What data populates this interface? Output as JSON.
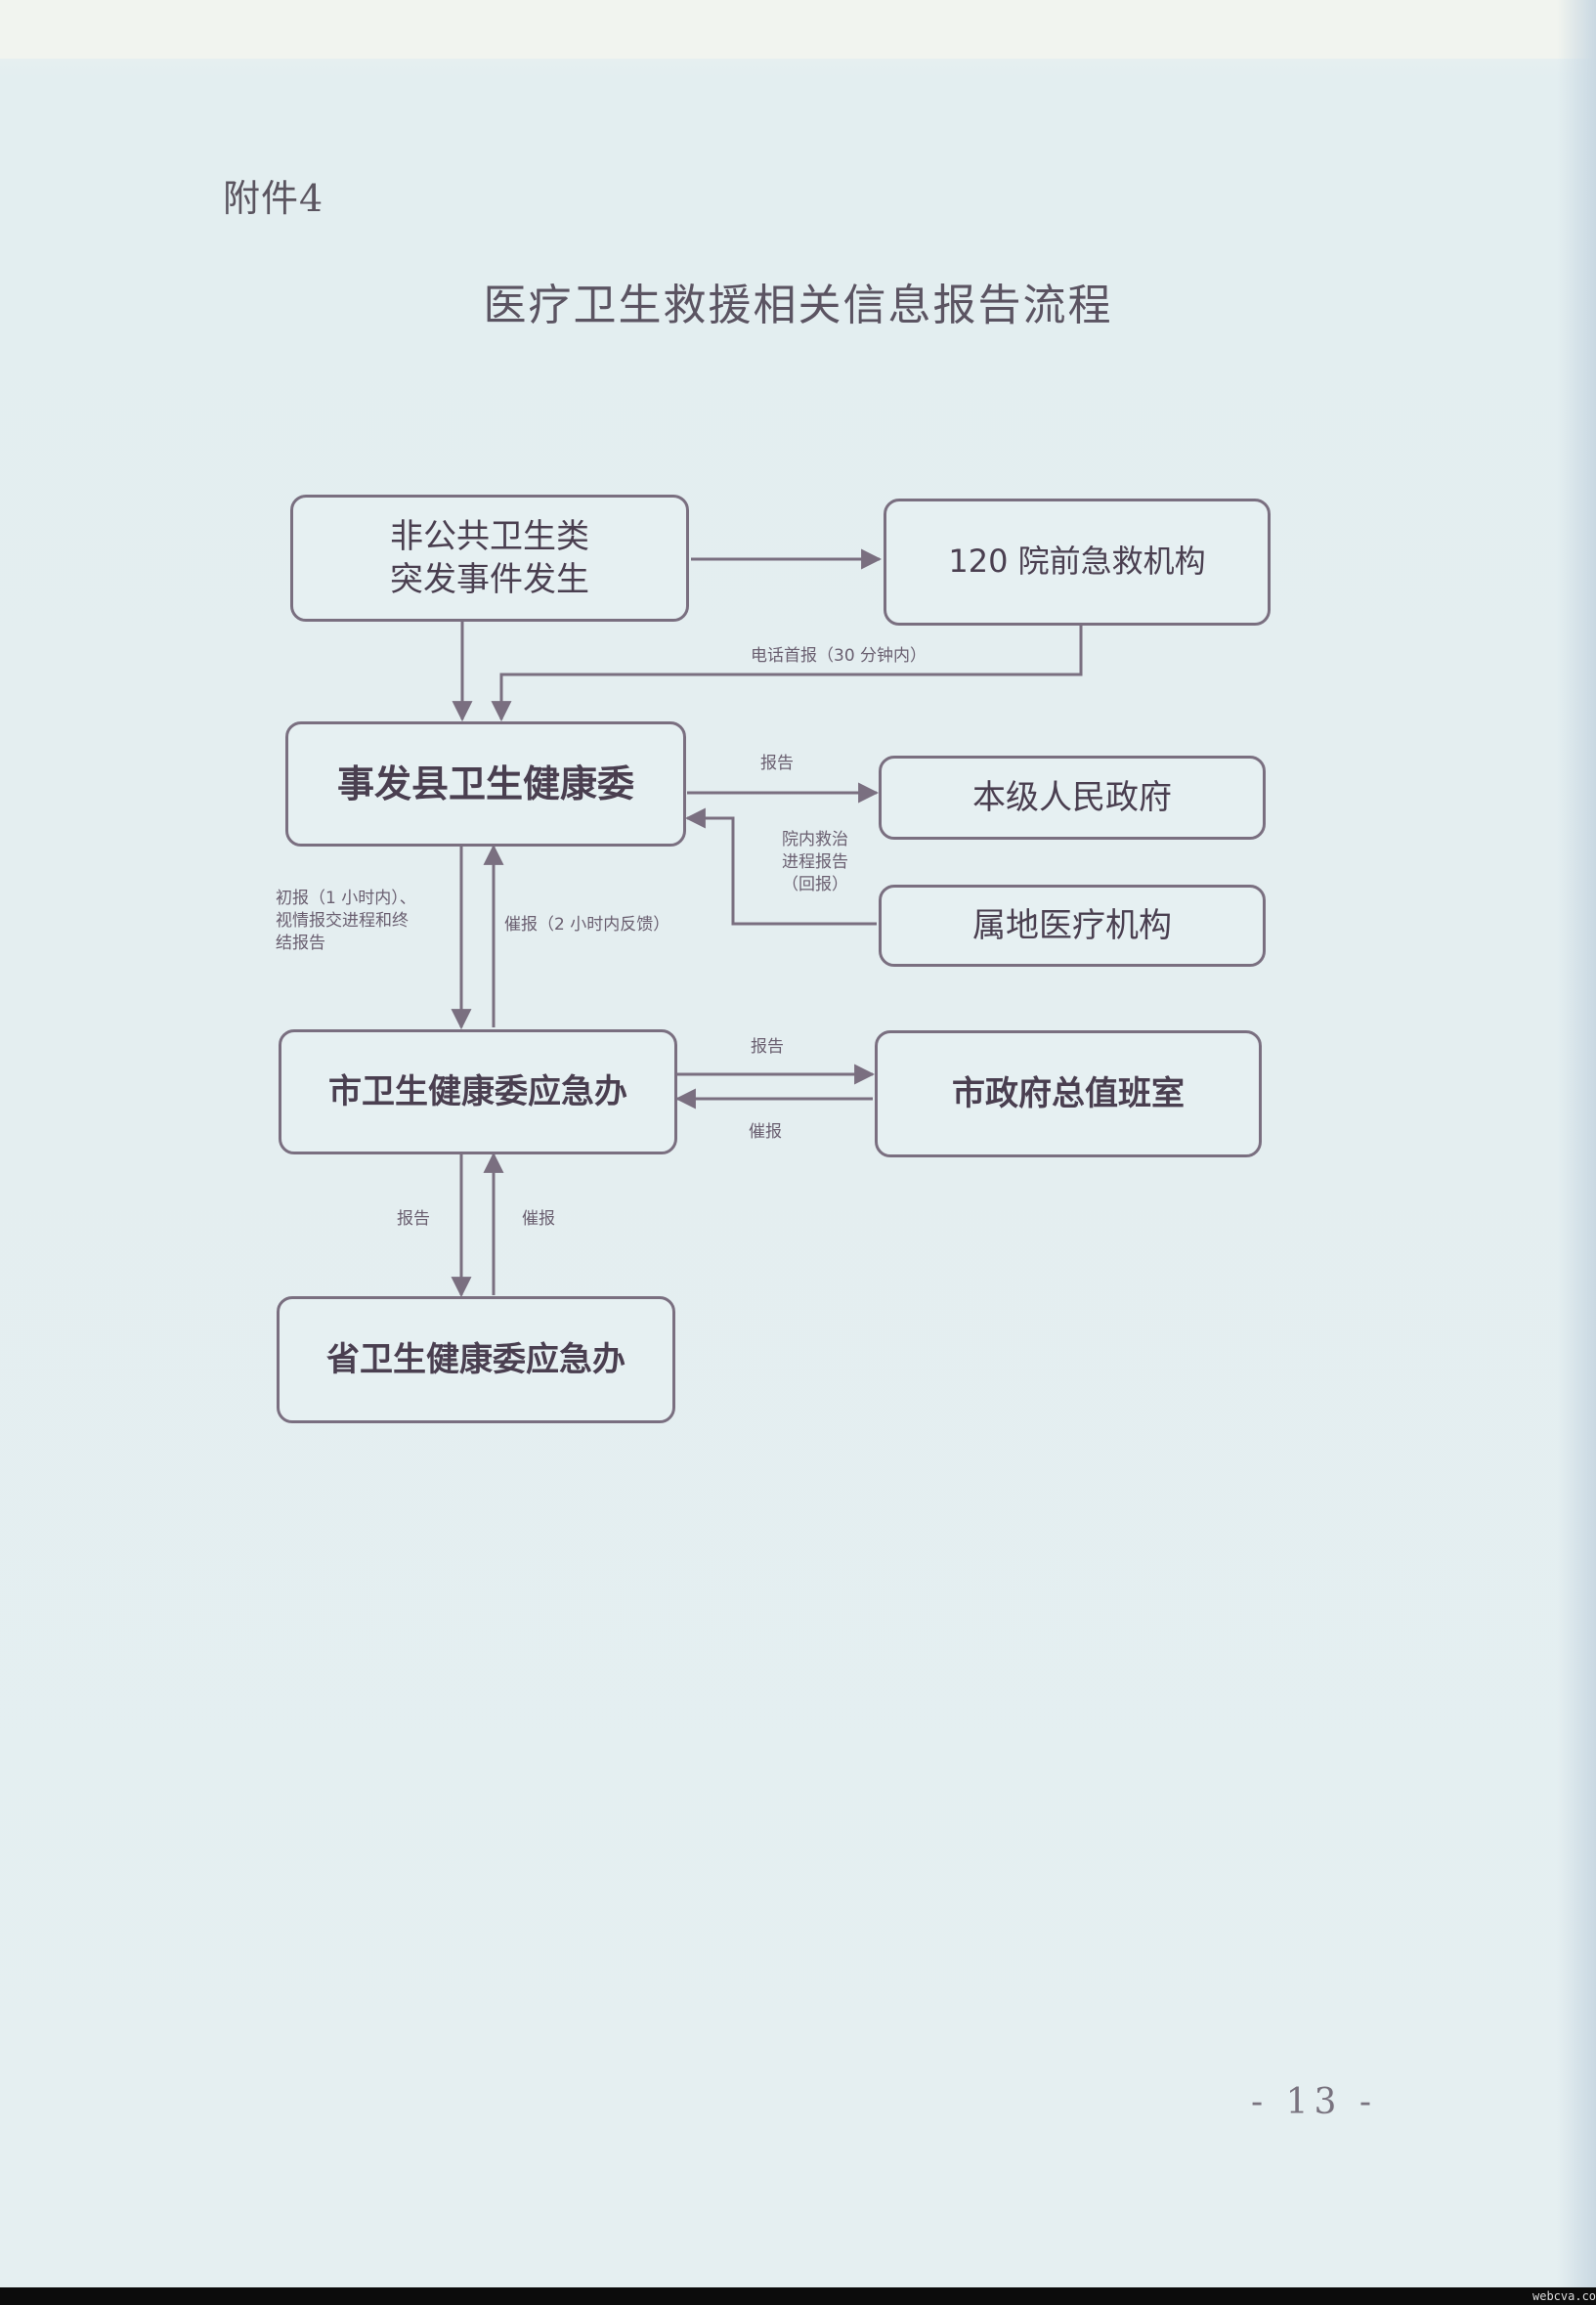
{
  "document": {
    "attachment_label": "附件4",
    "title": "医疗卫生救援相关信息报告流程",
    "page_number": "- 13 -",
    "watermark": "webcva.com"
  },
  "flowchart": {
    "nodes": {
      "event": "非公共卫生类\n突发事件发生",
      "ems120": "120 院前急救机构",
      "county": "事发县卫生健康委",
      "local_gov": "本级人民政府",
      "hospital": "属地医疗机构",
      "city": "市卫生健康委应急办",
      "city_gov": "市政府总值班室",
      "province": "省卫生健康委应急办"
    },
    "edge_labels": {
      "ems_to_county": "电话首报（30 分钟内）",
      "county_to_gov": "报告",
      "hospital_to_county": "院内救治\n进程报告\n（回报）",
      "county_to_city": "初报（1 小时内）、\n视情报交进程和终\n结报告",
      "city_to_county": "催报（2 小时内反馈）",
      "city_to_citygov": "报告",
      "citygov_to_city": "催报",
      "city_to_province": "报告",
      "province_to_city": "催报"
    },
    "colors": {
      "stroke": "#7a6f80",
      "box_fill": "#e6f0f2",
      "text": "#4a3f50"
    }
  }
}
